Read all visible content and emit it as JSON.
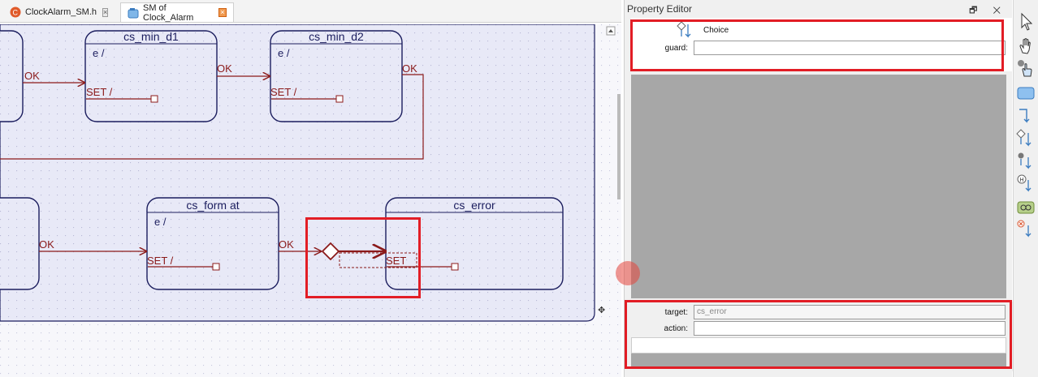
{
  "tabs": [
    {
      "label": "ClockAlarm_SM.h",
      "icon": "c-file-icon"
    },
    {
      "label": "SM of Clock_Alarm",
      "icon": "statemachine-icon"
    }
  ],
  "diagram": {
    "states": [
      {
        "name": "cs_min_d1",
        "entry": "e /",
        "internal": "SET /"
      },
      {
        "name": "cs_min_d2",
        "entry": "e /",
        "internal": "SET /"
      },
      {
        "name": "cs_form at",
        "entry": "e /",
        "internal": "SET /"
      },
      {
        "name": "cs_error",
        "entry": "",
        "internal": "SET"
      }
    ],
    "transitions": [
      "OK",
      "OK",
      "OK",
      "OK",
      "OK"
    ],
    "resize_glyph": "✥"
  },
  "property_editor": {
    "title": "Property Editor",
    "window_buttons": "🗗 ✕",
    "element_type": "Choice",
    "guard_label": "guard:",
    "guard_value": "",
    "target_label": "target:",
    "target_value": "cs_error",
    "action_label": "action:",
    "action_value": ""
  },
  "toolbar": {
    "tools": [
      "select-arrow-icon",
      "pan-hand-icon",
      "add-state-icon",
      "state-icon",
      "transition-icon",
      "choice-icon",
      "initial-icon",
      "history-icon",
      "submachine-icon",
      "final-icon"
    ]
  },
  "colors": {
    "highlight": "#e21d25",
    "state_stroke": "#1b1d5e",
    "transition": "#8b1a1a",
    "grid_bg": "#e8e9f7"
  }
}
